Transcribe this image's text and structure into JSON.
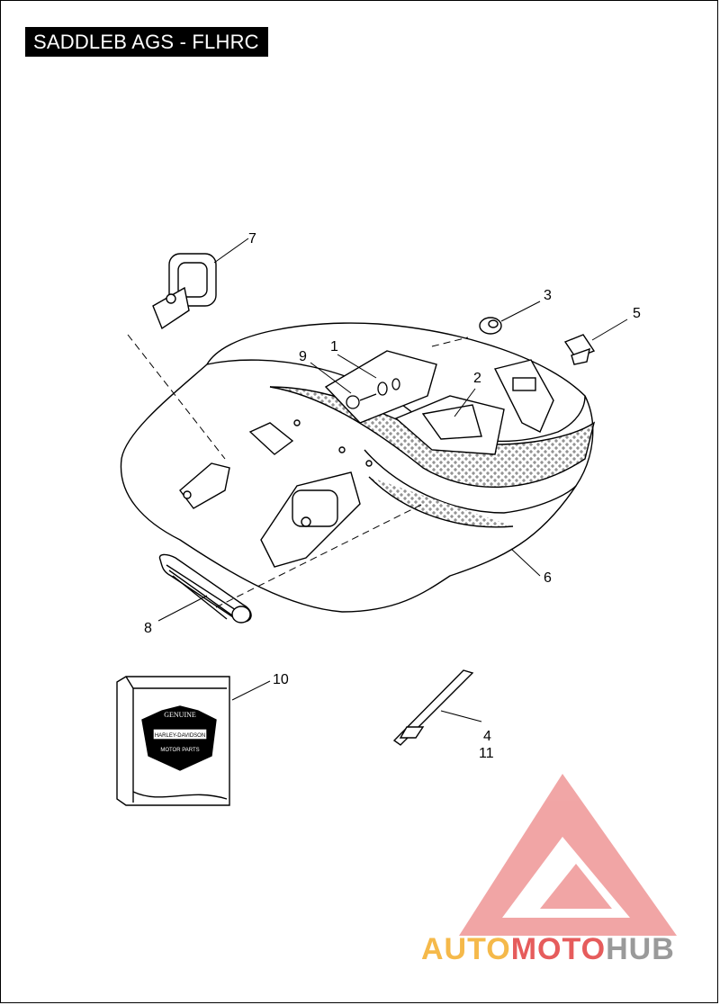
{
  "header": {
    "title": "SADDLEB AGS - FLHRC"
  },
  "callouts": [
    "1",
    "2",
    "3",
    "4",
    "5",
    "6",
    "7",
    "8",
    "9",
    "10",
    "11"
  ],
  "logo_text": [
    "GENUINE",
    "HARLEY-DAVIDSON",
    "MOTOR PARTS"
  ],
  "watermark": {
    "part1": "AUTO",
    "part2": "MOTO",
    "part3": "HUB"
  },
  "colors": {
    "ink": "#000000",
    "paper": "#ffffff",
    "watermark_red": "#e65c5c",
    "watermark_orange": "#f5b94a",
    "watermark_gray": "#9a9a9a"
  }
}
